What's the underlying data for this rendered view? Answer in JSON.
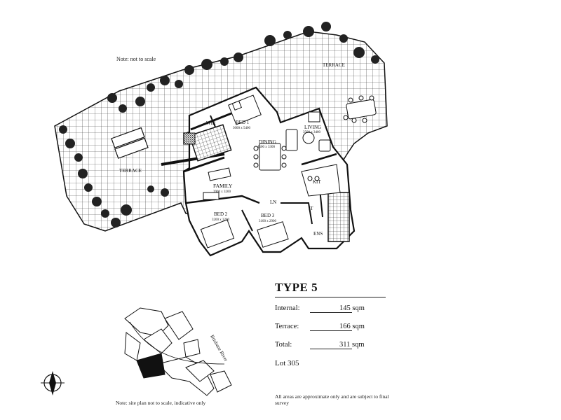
{
  "notes": {
    "scale_note": "Note: not to scale",
    "site_plan_note": "Note: site plan not to scale, indicative only",
    "areas_note": "All areas are approximate only and are subject to final survey"
  },
  "rooms": {
    "bed1": {
      "name": "BED 1",
      "dims": "3000 x 5400"
    },
    "wir": {
      "name": "WIR"
    },
    "dining": {
      "name": "DINING",
      "dims": "4500 x 3300"
    },
    "living": {
      "name": "LIVING",
      "dims": "3500 x 3400"
    },
    "terrace_top": {
      "name": "TERRACE"
    },
    "terrace_left": {
      "name": "TERRACE"
    },
    "family": {
      "name": "FAMILY",
      "dims": "3900 x 3200"
    },
    "kit": {
      "name": "KIT"
    },
    "ln": {
      "name": "LN"
    },
    "it": {
      "name": "IT"
    },
    "bed2": {
      "name": "BED 2",
      "dims": "3200 x 3200"
    },
    "bed3": {
      "name": "BED 3",
      "dims": "3100 x 2900"
    },
    "ens": {
      "name": "ENS"
    }
  },
  "site_plan": {
    "river_label": "Brisbane River",
    "north_label": "N"
  },
  "areas": {
    "title": "TYPE 5",
    "internal": {
      "label": "Internal:",
      "value": "145 sqm"
    },
    "terrace": {
      "label": "Terrace:",
      "value": "166 sqm"
    },
    "total": {
      "label": "Total:",
      "value": "311 sqm"
    },
    "lot": "Lot 305"
  }
}
